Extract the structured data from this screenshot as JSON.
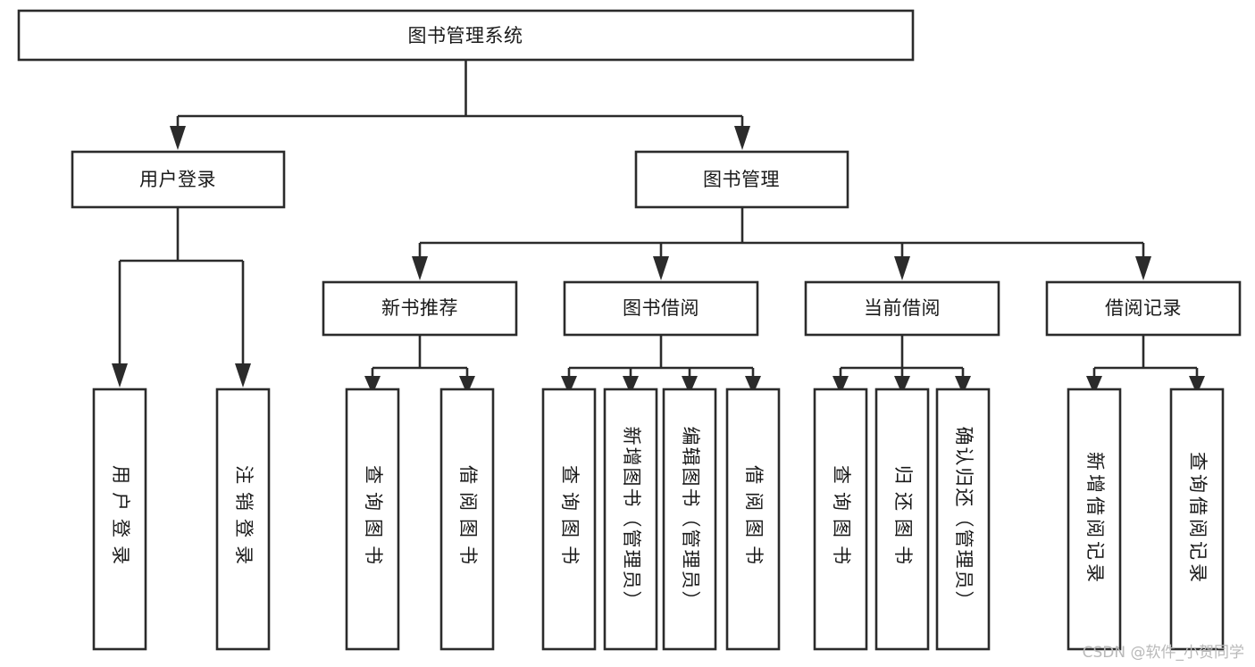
{
  "diagram": {
    "title": "图书管理系统",
    "type": "tree",
    "watermark": "CSDN @软件_小贺同学",
    "colors": {
      "stroke": "#2b2b2b",
      "box_fill": "#ffffff",
      "text": "#1a1a1a",
      "background": "#ffffff",
      "watermark": "#b9b9b9"
    },
    "levels": {
      "root": {
        "label": "图书管理系统"
      },
      "level2": [
        {
          "label": "用户登录"
        },
        {
          "label": "图书管理"
        }
      ],
      "level3": [
        {
          "label": "新书推荐"
        },
        {
          "label": "图书借阅"
        },
        {
          "label": "当前借阅"
        },
        {
          "label": "借阅记录"
        }
      ],
      "leaves": [
        {
          "label": "用户登录",
          "parent": "用户登录"
        },
        {
          "label": "注销登录",
          "parent": "用户登录"
        },
        {
          "label": "查询图书",
          "parent": "新书推荐"
        },
        {
          "label": "借阅图书",
          "parent": "新书推荐"
        },
        {
          "label": "查询图书",
          "parent": "图书借阅"
        },
        {
          "label": "新增图书（管理员）",
          "parent": "图书借阅"
        },
        {
          "label": "编辑图书（管理员）",
          "parent": "图书借阅"
        },
        {
          "label": "借阅图书",
          "parent": "图书借阅"
        },
        {
          "label": "查询图书",
          "parent": "当前借阅"
        },
        {
          "label": "归还图书",
          "parent": "当前借阅"
        },
        {
          "label": "确认归还（管理员）",
          "parent": "当前借阅"
        },
        {
          "label": "新增借阅记录",
          "parent": "借阅记录"
        },
        {
          "label": "查询借阅记录",
          "parent": "借阅记录"
        }
      ]
    }
  }
}
